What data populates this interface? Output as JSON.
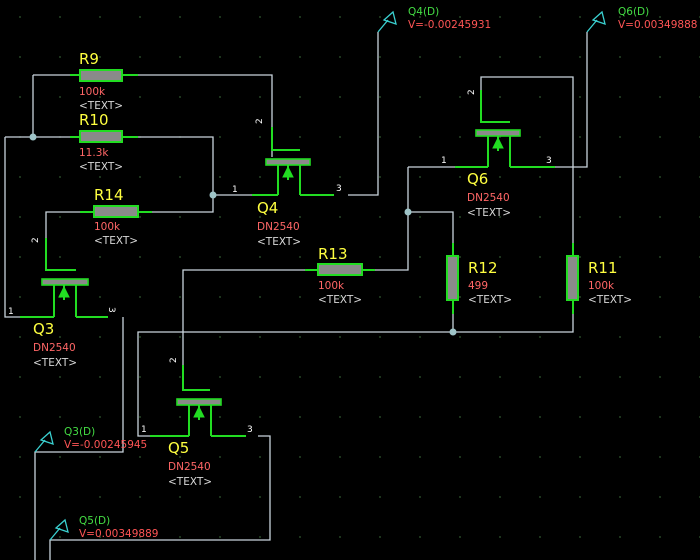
{
  "components": {
    "R9": {
      "ref": "R9",
      "value": "100k",
      "text": "<TEXT>"
    },
    "R10": {
      "ref": "R10",
      "value": "11.3k",
      "text": "<TEXT>"
    },
    "R14": {
      "ref": "R14",
      "value": "100k",
      "text": "<TEXT>"
    },
    "R13": {
      "ref": "R13",
      "value": "100k",
      "text": "<TEXT>"
    },
    "R12": {
      "ref": "R12",
      "value": "499",
      "text": "<TEXT>"
    },
    "R11": {
      "ref": "R11",
      "value": "100k",
      "text": "<TEXT>"
    },
    "Q3": {
      "ref": "Q3",
      "value": "DN2540",
      "text": "<TEXT>",
      "pin1": "1",
      "pin2": "2",
      "pin3": "3"
    },
    "Q4": {
      "ref": "Q4",
      "value": "DN2540",
      "text": "<TEXT>",
      "pin1": "1",
      "pin2": "2",
      "pin3": "3"
    },
    "Q5": {
      "ref": "Q5",
      "value": "DN2540",
      "text": "<TEXT>",
      "pin1": "1",
      "pin2": "2",
      "pin3": "3"
    },
    "Q6": {
      "ref": "Q6",
      "value": "DN2540",
      "text": "<TEXT>",
      "pin1": "1",
      "pin2": "2",
      "pin3": "3"
    }
  },
  "probes": {
    "q4d": {
      "name": "Q4(D)",
      "voltage": "V=-0.00245931"
    },
    "q6d": {
      "name": "Q6(D)",
      "voltage": "V=0.00349888"
    },
    "q3d": {
      "name": "Q3(D)",
      "voltage": "V=-0.00245945"
    },
    "q5d": {
      "name": "Q5(D)",
      "voltage": "V=0.00349889"
    }
  },
  "colors": {
    "background": "#000000",
    "grid": "#2f5a2f",
    "wire": "#c9d4dc",
    "component": "#22dd22",
    "reference": "#ffff40",
    "value": "#ff6666"
  }
}
